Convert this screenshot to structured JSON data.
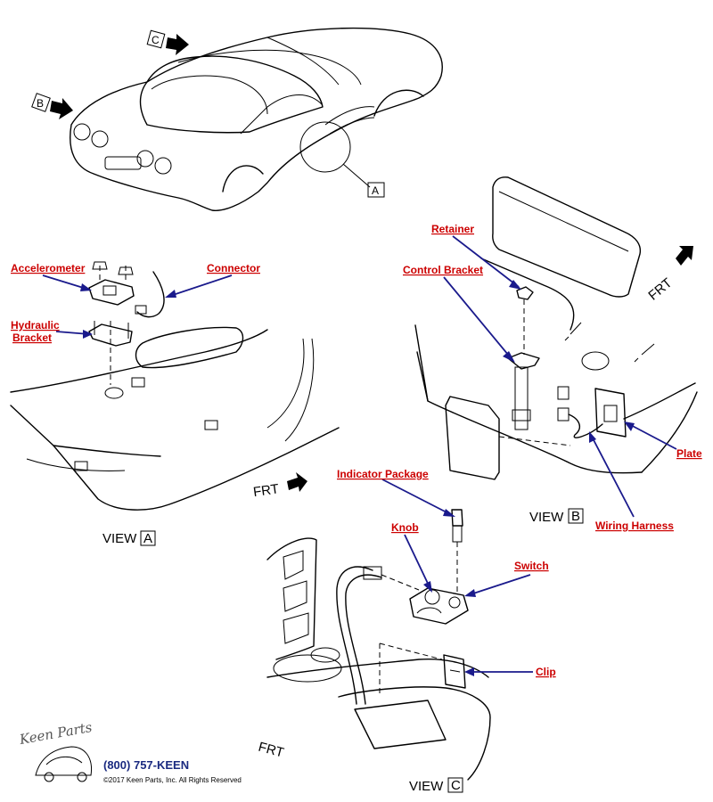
{
  "labels": {
    "accelerometer": "Accelerometer",
    "connector": "Connector",
    "hydraulic_line1": "Hydraulic",
    "hydraulic_line2": "Bracket",
    "retainer": "Retainer",
    "control_bracket": "Control Bracket",
    "plate": "Plate",
    "wiring_harness": "Wiring Harness",
    "indicator_package": "Indicator Package",
    "knob": "Knob",
    "switch": "Switch",
    "clip": "Clip"
  },
  "views": {
    "view_word": "VIEW",
    "a": "A",
    "b": "B",
    "c": "C"
  },
  "frt": "FRT",
  "branding": {
    "logo_text": "Keen Parts",
    "phone": "(800) 757-KEEN",
    "copyright": "©2017 Keen Parts, Inc. All Rights Reserved"
  },
  "colors": {
    "label": "#cc0000",
    "leader": "#1a1a8c",
    "phone": "#1a2a80"
  }
}
